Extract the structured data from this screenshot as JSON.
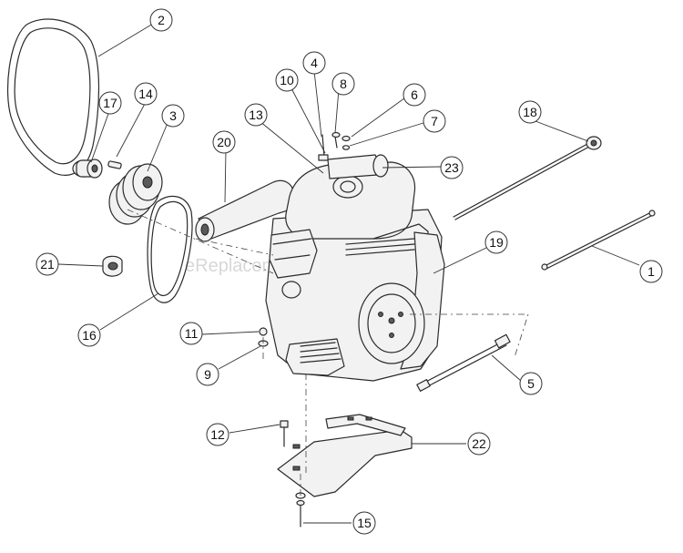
{
  "watermark": "eReplacementParts.com",
  "callouts": [
    {
      "id": "2",
      "label": "2"
    },
    {
      "id": "4",
      "label": "4"
    },
    {
      "id": "10",
      "label": "10"
    },
    {
      "id": "8",
      "label": "8"
    },
    {
      "id": "6",
      "label": "6"
    },
    {
      "id": "17",
      "label": "17"
    },
    {
      "id": "14",
      "label": "14"
    },
    {
      "id": "3",
      "label": "3"
    },
    {
      "id": "13",
      "label": "13"
    },
    {
      "id": "7",
      "label": "7"
    },
    {
      "id": "18",
      "label": "18"
    },
    {
      "id": "20",
      "label": "20"
    },
    {
      "id": "23",
      "label": "23"
    },
    {
      "id": "19",
      "label": "19"
    },
    {
      "id": "21",
      "label": "21"
    },
    {
      "id": "1",
      "label": "1"
    },
    {
      "id": "16",
      "label": "16"
    },
    {
      "id": "11",
      "label": "11"
    },
    {
      "id": "9",
      "label": "9"
    },
    {
      "id": "5",
      "label": "5"
    },
    {
      "id": "12",
      "label": "12"
    },
    {
      "id": "22",
      "label": "22"
    },
    {
      "id": "15",
      "label": "15"
    }
  ]
}
